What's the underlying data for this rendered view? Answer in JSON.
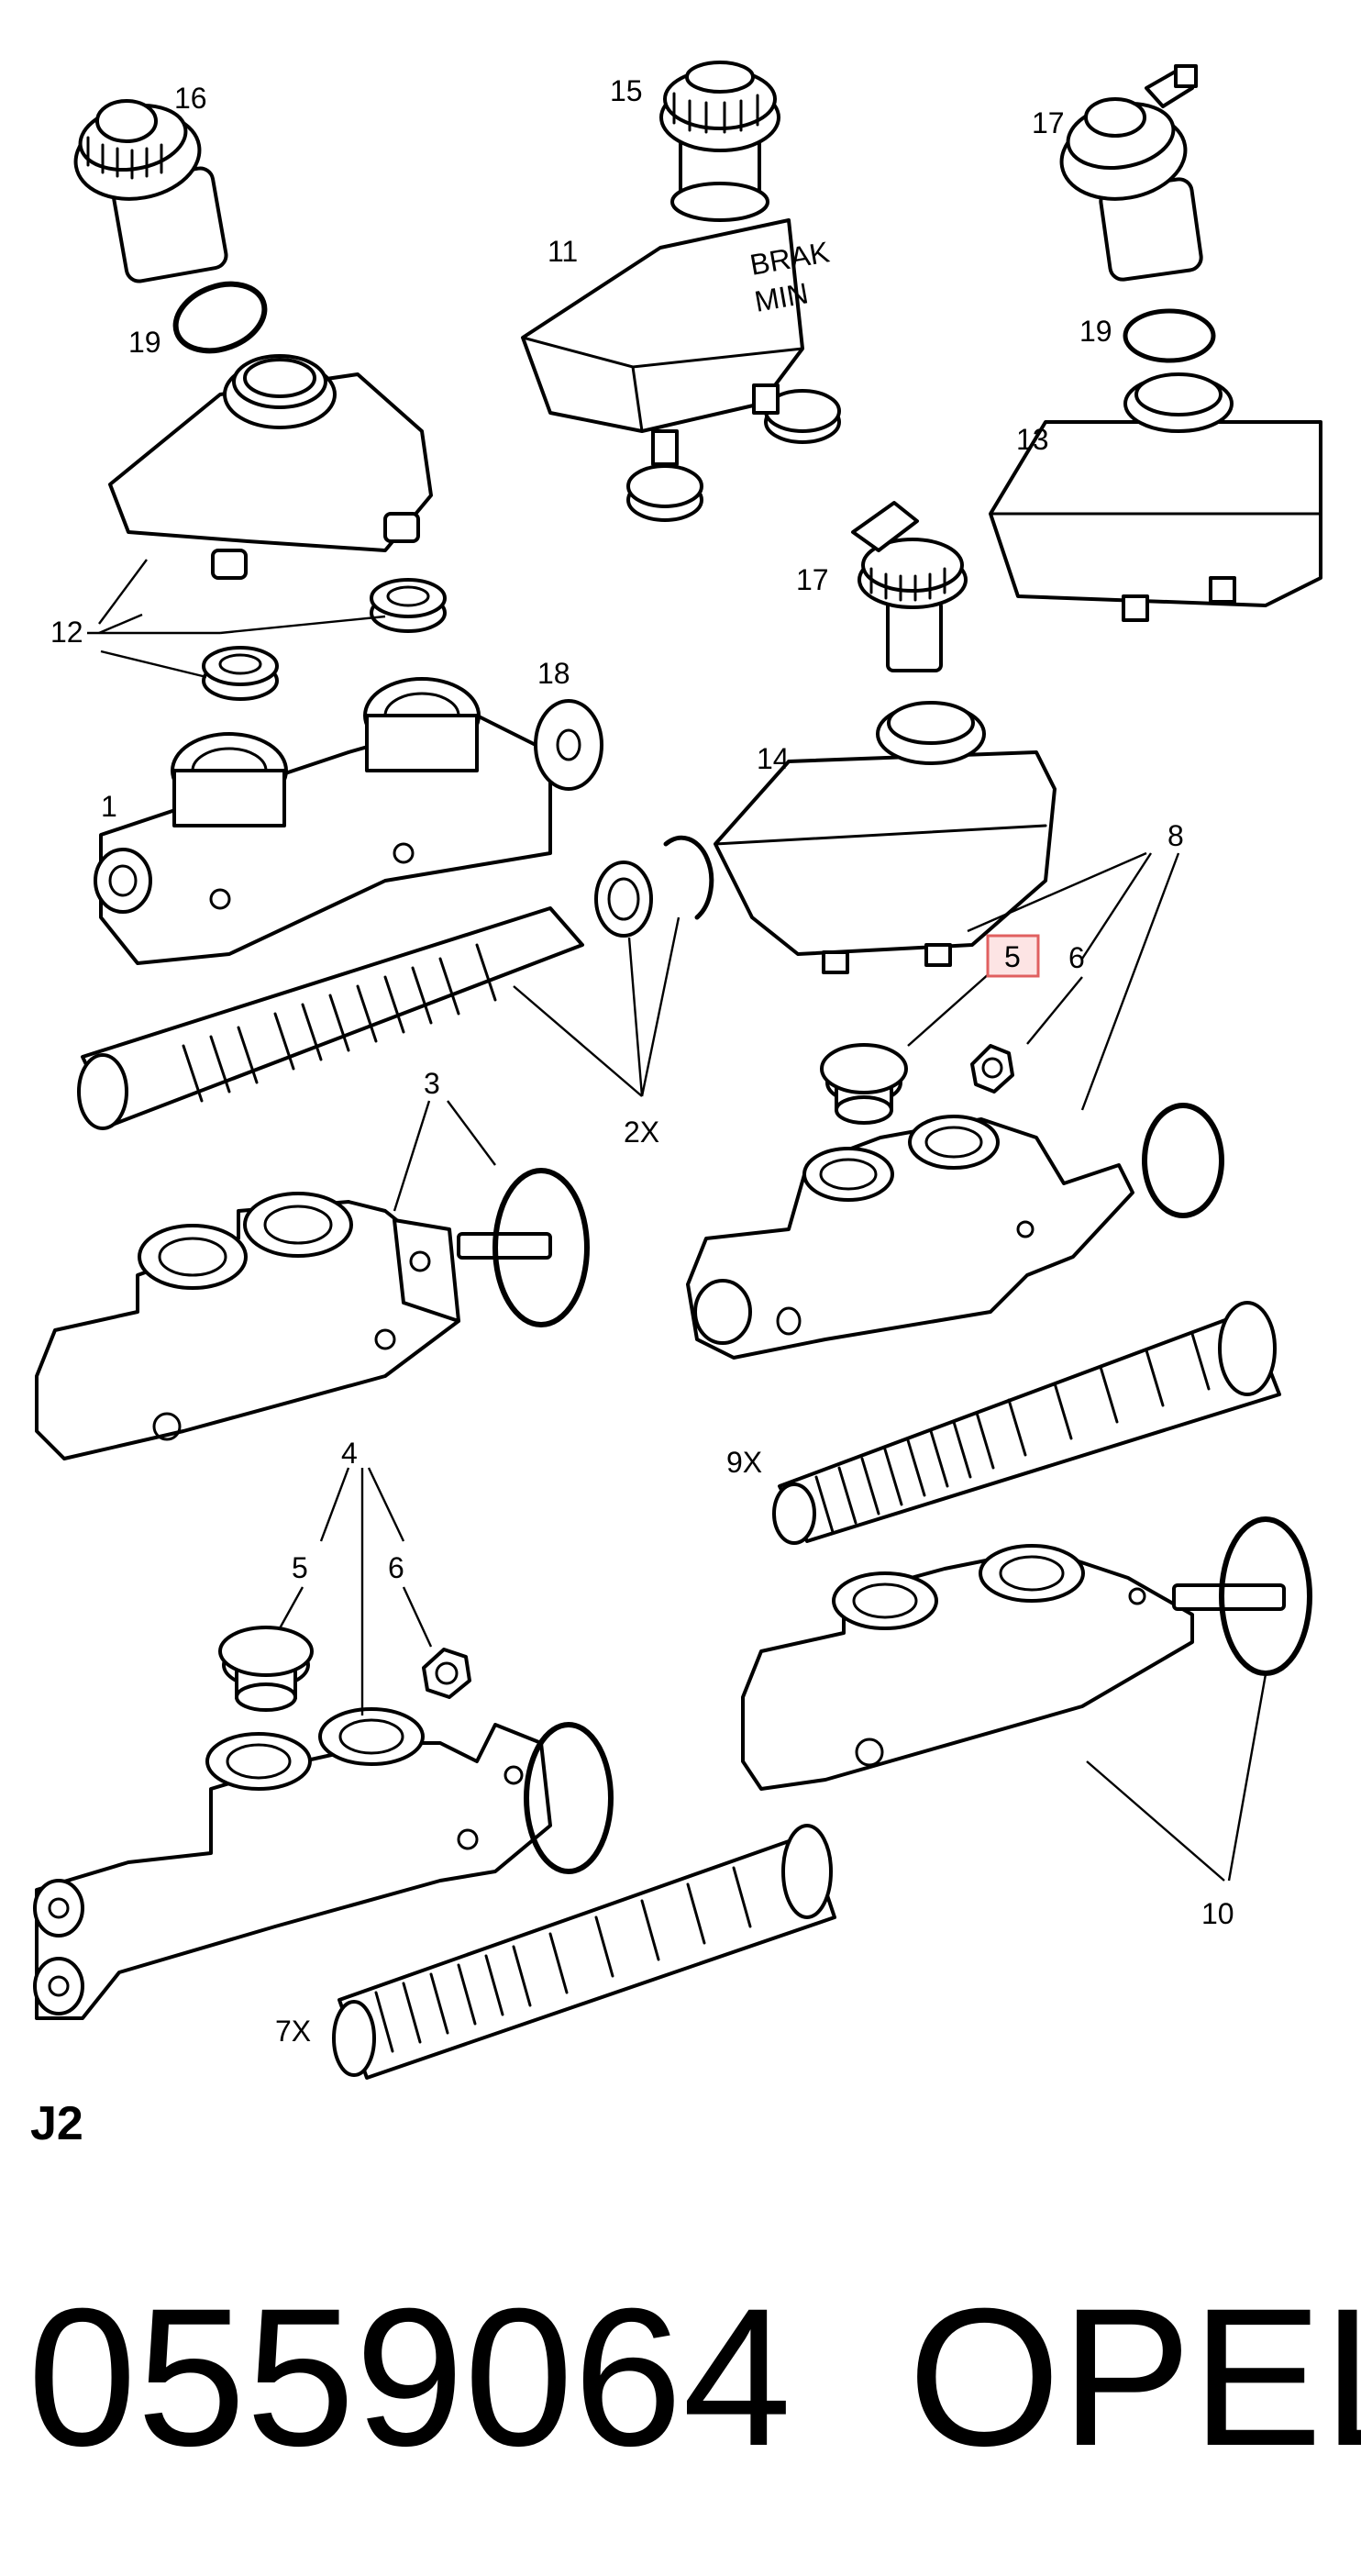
{
  "callouts": {
    "c16": "16",
    "c15": "15",
    "c17a": "17",
    "c19a": "19",
    "c11": "11",
    "c19b": "19",
    "c12": "12",
    "c13": "13",
    "c17b": "17",
    "c18": "18",
    "c14": "14",
    "c1": "1",
    "c8": "8",
    "c5a": "5",
    "c6a": "6",
    "c3": "3",
    "c2x": "2X",
    "c9x": "9X",
    "c4": "4",
    "c5b": "5",
    "c6b": "6",
    "c10": "10",
    "c7x": "7X"
  },
  "highlighted_callout": "5",
  "highlight_color": "#e06060",
  "section_code": "J2",
  "part_number": "0559064",
  "brand": "OPEL"
}
